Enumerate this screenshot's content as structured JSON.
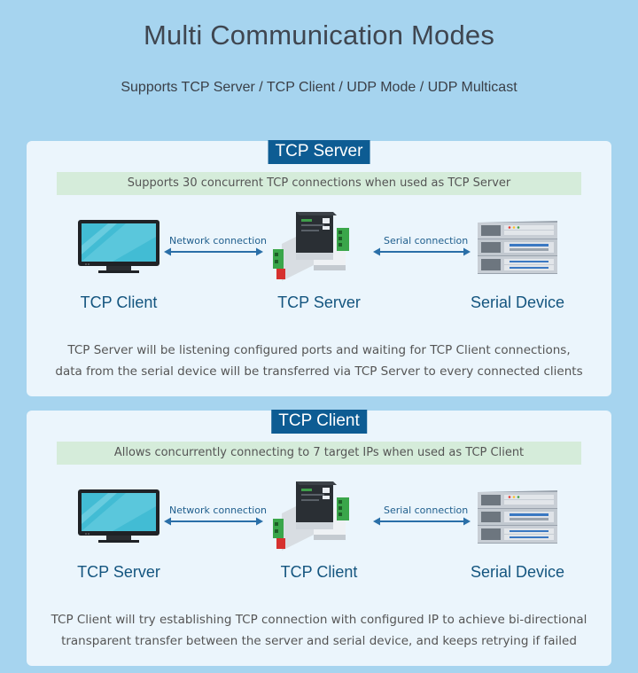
{
  "page": {
    "title": "Multi Communication Modes",
    "subtitle": "Supports TCP Server / TCP Client / UDP Mode / UDP Multicast"
  },
  "colors": {
    "background": "#a6d4ef",
    "panel": "#ebf5fc",
    "header_badge": "#0d5c93",
    "info_bar": "#d5ecda",
    "label_text": "#14557f"
  },
  "sections": [
    {
      "title": "TCP Server",
      "info": "Supports 30 concurrent TCP connections when used as TCP Server",
      "left_label": "TCP Client",
      "middle_label": "TCP Server",
      "right_label": "Serial Device",
      "network_label": "Network connection",
      "serial_label": "Serial connection",
      "description_line1": "TCP Server will be listening configured ports and waiting for TCP Client connections,",
      "description_line2": "data from the serial device will be transferred via TCP Server to every connected clients"
    },
    {
      "title": "TCP Client",
      "info": "Allows concurrently connecting to 7 target IPs when used as TCP Client",
      "left_label": "TCP Server",
      "middle_label": "TCP Client",
      "right_label": "Serial Device",
      "network_label": "Network connection",
      "serial_label": "Serial connection",
      "description_line1": "TCP Client will try establishing TCP connection with configured IP to achieve bi-directional",
      "description_line2": "transparent transfer between the server and serial device, and keeps retrying if failed"
    }
  ],
  "icons": [
    "monitor-icon",
    "serial-server-device-icon",
    "server-rack-icon",
    "double-arrow-icon"
  ]
}
